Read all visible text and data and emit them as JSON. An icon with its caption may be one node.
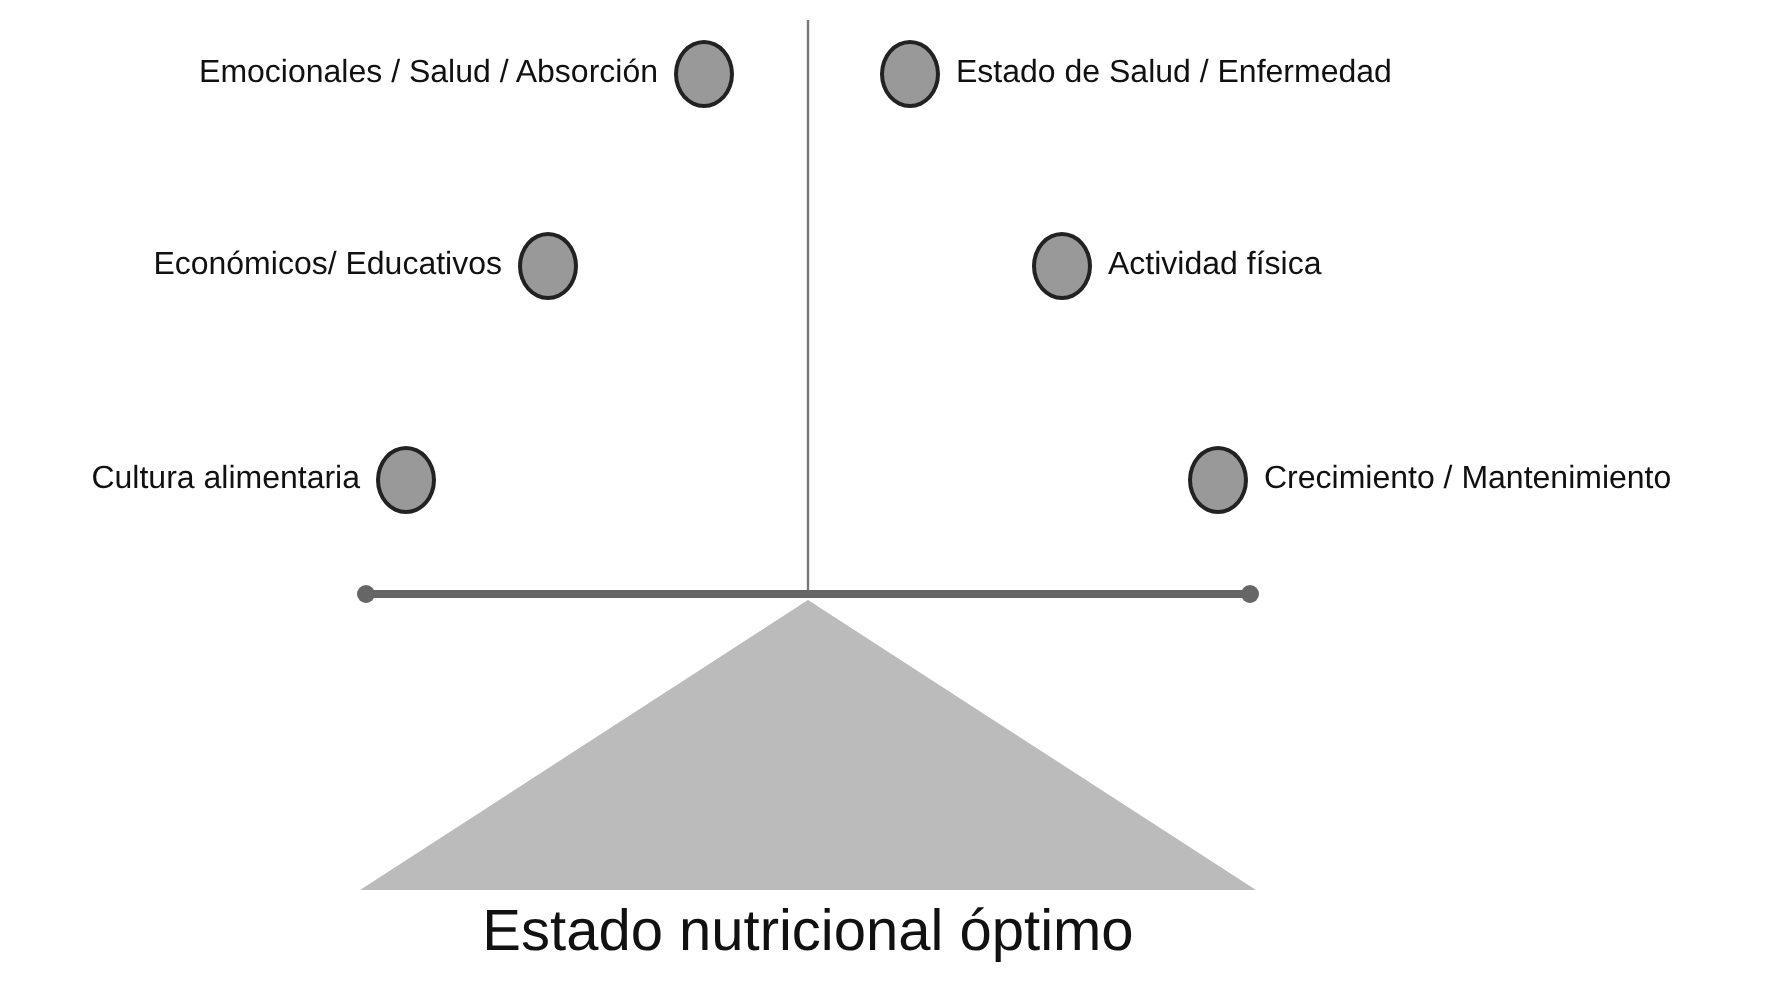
{
  "diagram": {
    "nodes": [
      {
        "text": [],
        "shape": "circle",
        "beside": [
          "Emocionales / Salud / Absorción"
        ]
      },
      {
        "text": [],
        "shape": "circle",
        "beside": [
          "Estado de Salud / Enfermedad"
        ]
      },
      {
        "text": [],
        "shape": "circle",
        "beside": [
          "Económicos/ Educativos"
        ]
      },
      {
        "text": [],
        "shape": "circle",
        "beside": [
          "Actividad física"
        ]
      },
      {
        "text": [],
        "shape": "circle",
        "beside": [
          "Cultura alimentaria"
        ]
      },
      {
        "text": [],
        "shape": "circle",
        "beside": [
          "Crecimiento / Mantenimiento"
        ]
      }
    ],
    "labels": [
      "Estado nutricional óptimo"
    ]
  }
}
